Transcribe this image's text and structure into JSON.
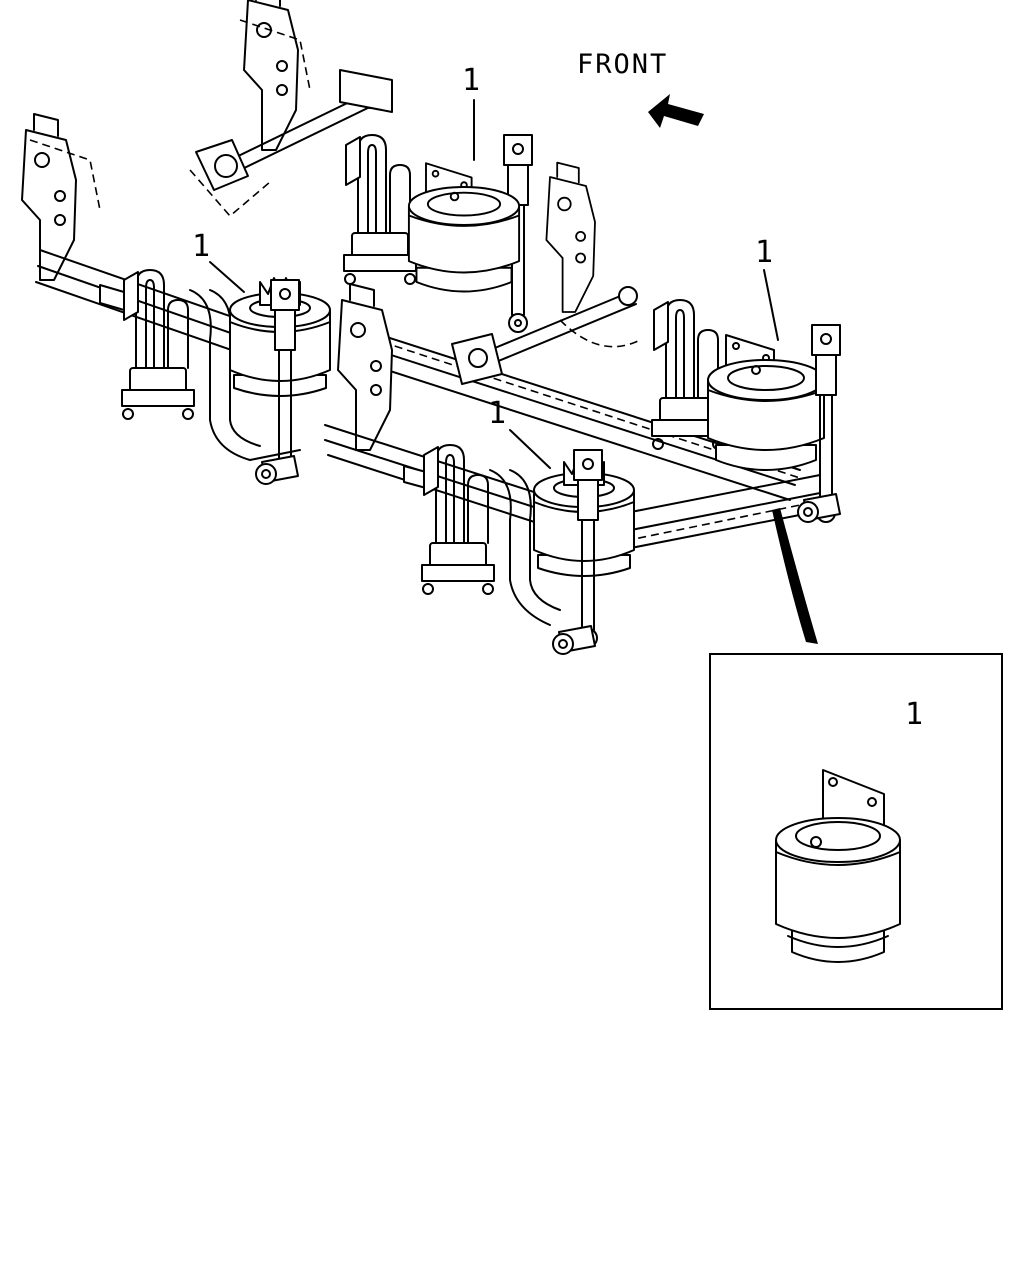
{
  "direction_label": "FRONT",
  "callout_label": "1",
  "callouts": [
    {
      "name": "callout-rear-left-airspring",
      "label": "1"
    },
    {
      "name": "callout-front-left-airspring",
      "label": "1"
    },
    {
      "name": "callout-front-right-airspring",
      "label": "1"
    },
    {
      "name": "callout-rear-right-airspring",
      "label": "1"
    }
  ],
  "detail_callout": "1",
  "colors": {
    "line": "#000000",
    "background": "#ffffff"
  }
}
